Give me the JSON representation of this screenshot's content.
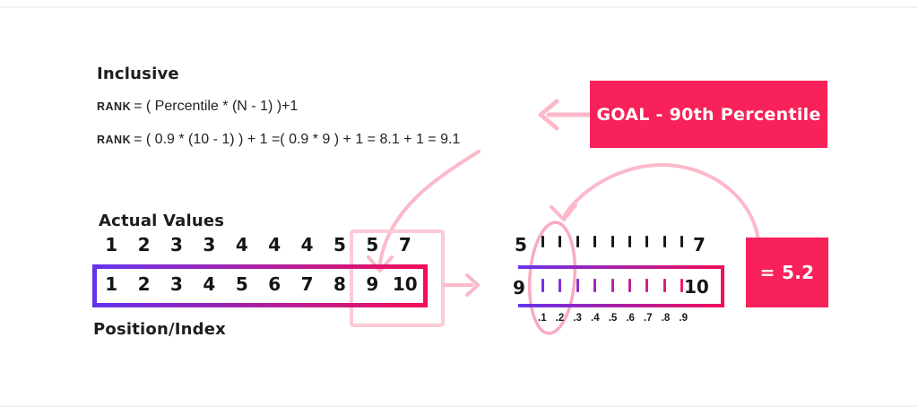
{
  "method": {
    "title": "Inclusive",
    "rank_label": "RANK",
    "formula_general": "= ( Percentile * (N - 1) )+1",
    "formula_worked": "= ( 0.9 * (10 - 1) ) + 1 =( 0.9 * 9 ) + 1 = 8.1 + 1 = 9.1"
  },
  "goal_box": {
    "label": "GOAL - 90th Percentile"
  },
  "result_box": {
    "label": "= 5.2"
  },
  "values_table": {
    "title": "Actual Values",
    "footer": "Position/Index",
    "actual_values": [
      "1",
      "2",
      "3",
      "3",
      "4",
      "4",
      "4",
      "5",
      "5",
      "7"
    ],
    "positions": [
      "1",
      "2",
      "3",
      "4",
      "5",
      "6",
      "7",
      "8",
      "9",
      "10"
    ]
  },
  "number_line": {
    "value_start": "5",
    "value_end": "7",
    "position_start": "9",
    "position_end": "10",
    "fractions": [
      ".1",
      ".2",
      ".3",
      ".4",
      ".5",
      ".6",
      ".7",
      ".8",
      ".9"
    ]
  },
  "colors": {
    "accent_pink": "#F82159",
    "gradient_start": "#6633EE",
    "gradient_end": "#F40E57",
    "soft_pink_arrow": "#FBB9C9"
  }
}
